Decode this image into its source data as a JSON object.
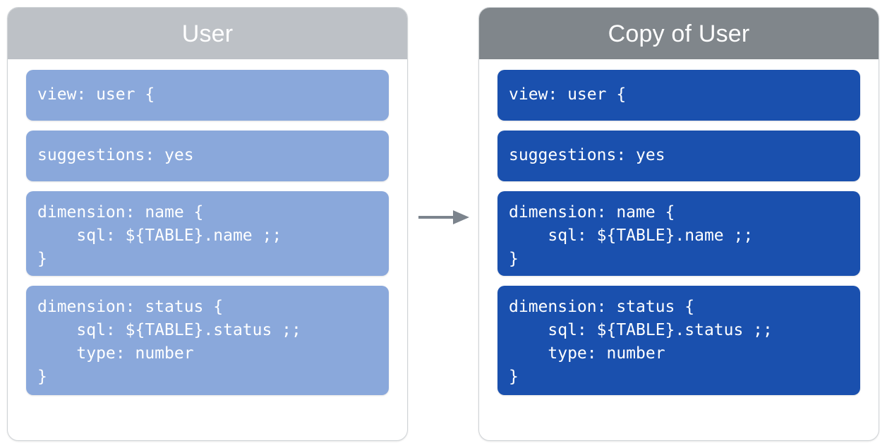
{
  "diagram": {
    "type": "before-after-copy",
    "colors": {
      "source_header": "#bdc1c6",
      "copy_header": "#80868b",
      "source_block": "#8aa8db",
      "copy_block": "#1a50ae",
      "panel_border": "#cfd3d6",
      "arrow": "#7c848d",
      "text": "#ffffff"
    },
    "arrow_icon": "arrow-right-icon"
  },
  "panels": [
    {
      "id": "source",
      "title": "User",
      "blocks": [
        {
          "name": "view-declaration",
          "code": "view: user {"
        },
        {
          "name": "suggestions-parameter",
          "code": "suggestions: yes"
        },
        {
          "name": "dimension-name",
          "code": "dimension: name {\n    sql: ${TABLE}.name ;;\n}"
        },
        {
          "name": "dimension-status",
          "code": "dimension: status {\n    sql: ${TABLE}.status ;;\n    type: number\n}"
        }
      ]
    },
    {
      "id": "copy",
      "title": "Copy of User",
      "blocks": [
        {
          "name": "view-declaration",
          "code": "view: user {"
        },
        {
          "name": "suggestions-parameter",
          "code": "suggestions: yes"
        },
        {
          "name": "dimension-name",
          "code": "dimension: name {\n    sql: ${TABLE}.name ;;\n}"
        },
        {
          "name": "dimension-status",
          "code": "dimension: status {\n    sql: ${TABLE}.status ;;\n    type: number\n}"
        }
      ]
    }
  ]
}
